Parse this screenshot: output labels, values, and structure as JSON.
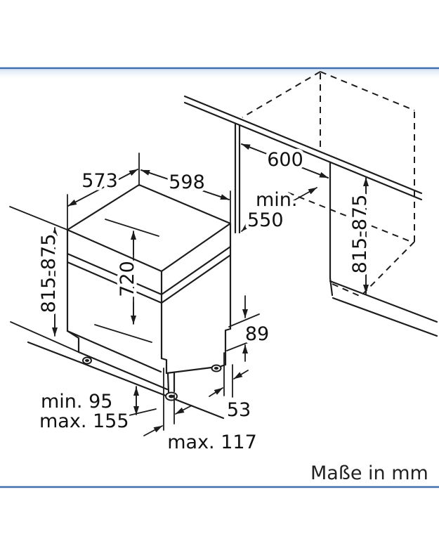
{
  "colors": {
    "rule_blue": "#3f6fae",
    "line": "#1c1c1c",
    "text": "#111111"
  },
  "caption": "Maße in mm",
  "labels": {
    "top_depth": "573",
    "front_width": "598",
    "niche_width": "600",
    "niche_depth_min": "min.",
    "niche_depth_value": "550",
    "total_height_left": "815-875",
    "body_height": "720",
    "total_height_right": "815-875",
    "base_clearance": "89",
    "plinth_min": "min. 95",
    "plinth_max": "max. 155",
    "side_offset": "53",
    "front_offset": "max. 117"
  }
}
